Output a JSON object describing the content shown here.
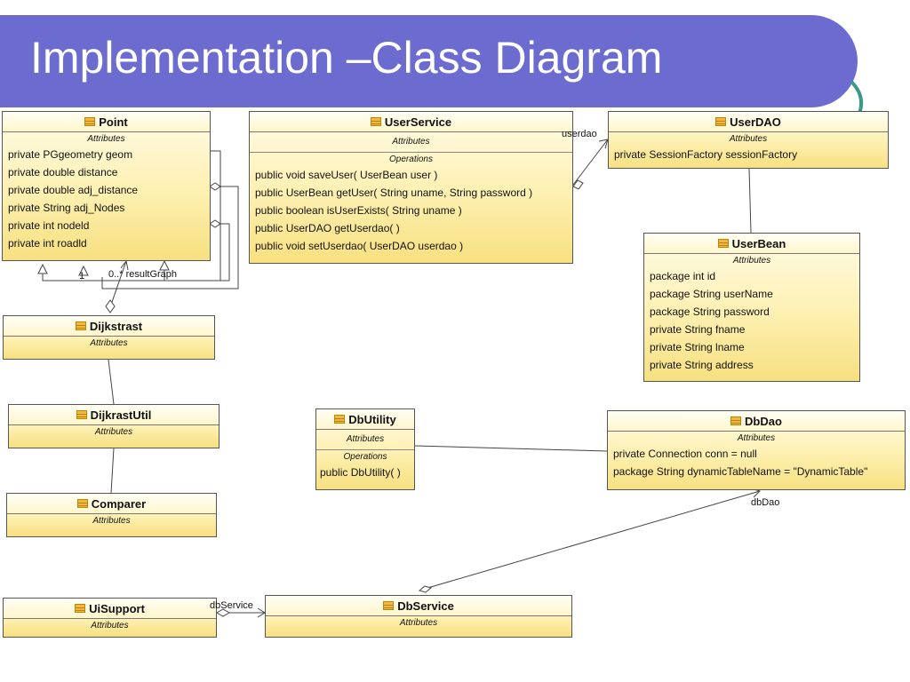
{
  "slide": {
    "title": "Implementation –Class Diagram"
  },
  "classes": {
    "point": {
      "name": "Point",
      "attributes_label": "Attributes",
      "attributes": [
        "private PGgeometry geom",
        "private double distance",
        "private double adj_distance",
        "private String adj_Nodes",
        "private int nodeld",
        "private int roadld"
      ]
    },
    "user_service": {
      "name": "UserService",
      "attributes_label": "Attributes",
      "operations_label": "Operations",
      "operations": [
        "public void  saveUser( UserBean user )",
        "public UserBean  getUser( String uname, String password )",
        "public boolean  isUserExists( String uname )",
        "public UserDAO  getUserdao(  )",
        "public void  setUserdao( UserDAO userdao )"
      ]
    },
    "user_dao": {
      "name": "UserDAO",
      "attributes_label": "Attributes",
      "attributes": [
        "private SessionFactory sessionFactory"
      ]
    },
    "user_bean": {
      "name": "UserBean",
      "attributes_label": "Attributes",
      "attributes": [
        "package int id",
        "package String userName",
        "package String password",
        "private String fname",
        "private String lname",
        "private String address"
      ]
    },
    "dijkstrast": {
      "name": "Dijkstrast",
      "attributes_label": "Attributes"
    },
    "dijkrast_util": {
      "name": "DijkrastUtil",
      "attributes_label": "Attributes"
    },
    "comparer": {
      "name": "Comparer",
      "attributes_label": "Attributes"
    },
    "db_utility": {
      "name": "DbUtility",
      "attributes_label": "Attributes",
      "operations_label": "Operations",
      "operations": [
        "public DbUtility(  )"
      ]
    },
    "db_dao": {
      "name": "DbDao",
      "attributes_label": "Attributes",
      "attributes": [
        "private Connection conn = null",
        "package String dynamicTableName = \"DynamicTable\""
      ]
    },
    "ui_support": {
      "name": "UiSupport",
      "attributes_label": "Attributes"
    },
    "db_service": {
      "name": "DbService",
      "attributes_label": "Attributes"
    }
  },
  "edge_labels": {
    "userdao": "userdao",
    "result_graph": "0..* resultGraph",
    "point_one": "1",
    "db_dao": "dbDao",
    "db_service": "dbService"
  }
}
